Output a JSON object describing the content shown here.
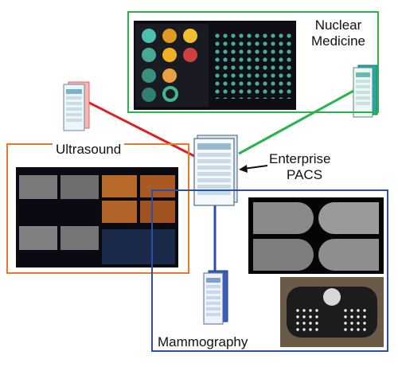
{
  "colors": {
    "nuclear": "#2bb24c",
    "ultrasound": "#e8782a",
    "pacs_link": "#2550b0",
    "mammo": "#2c4fa8",
    "red_link": "#e02020"
  },
  "labels": {
    "nuclear_line1": "Nuclear",
    "nuclear_line2": "Medicine",
    "ultrasound": "Ultrasound",
    "enterprise_line1": "Enterprise",
    "enterprise_line2": "PACS",
    "mammography": "Mammography"
  },
  "icons": {
    "server": "server-rack-icon",
    "arrow": "arrow-left-icon"
  }
}
